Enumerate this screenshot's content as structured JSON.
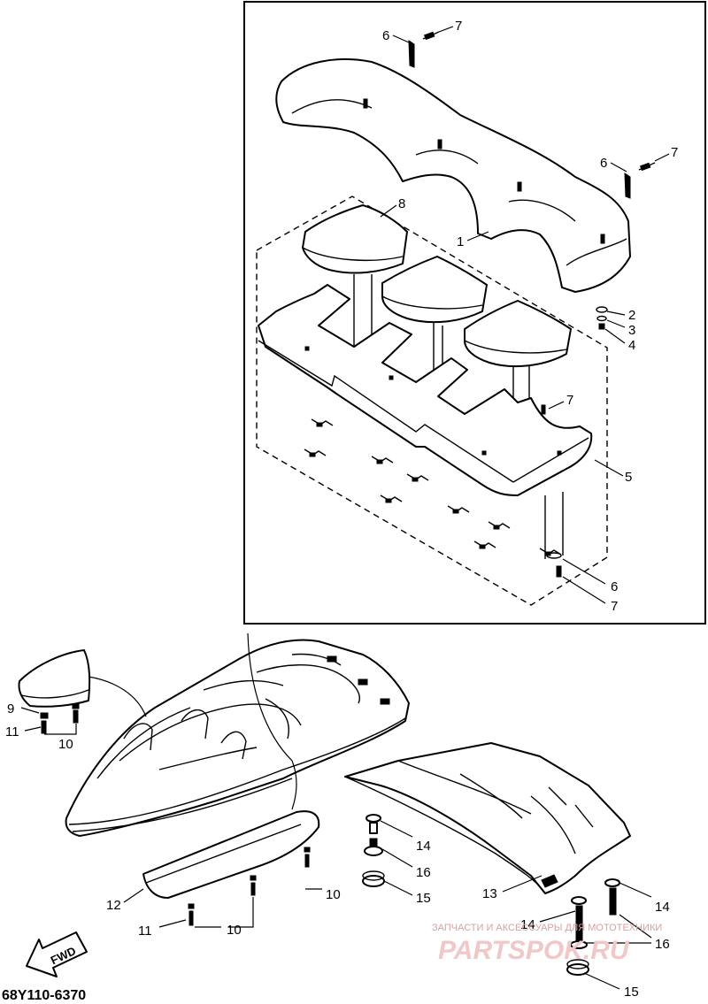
{
  "diagram_code": "68Y110-6370",
  "forward_arrow_label": "FWD",
  "watermark": {
    "tagline": "ЗАПЧАСТИ И АКСЕССУАРЫ ДЛЯ МОТОТЕХНИКИ",
    "brand": "PARTSPOK.RU"
  },
  "callouts": {
    "c1": "1",
    "c2": "2",
    "c3": "3",
    "c4": "4",
    "c5": "5",
    "c6a": "6",
    "c6b": "6",
    "c6c": "6",
    "c7a": "7",
    "c7b": "7",
    "c7c": "7",
    "c7d": "7",
    "c8": "8",
    "c9": "9",
    "c10a": "10",
    "c10b": "10",
    "c10c": "10",
    "c11a": "11",
    "c11b": "11",
    "c12": "12",
    "c13": "13",
    "c14a": "14",
    "c14b": "14",
    "c14c": "14",
    "c15a": "15",
    "c15b": "15",
    "c16a": "16",
    "c16b": "16"
  }
}
